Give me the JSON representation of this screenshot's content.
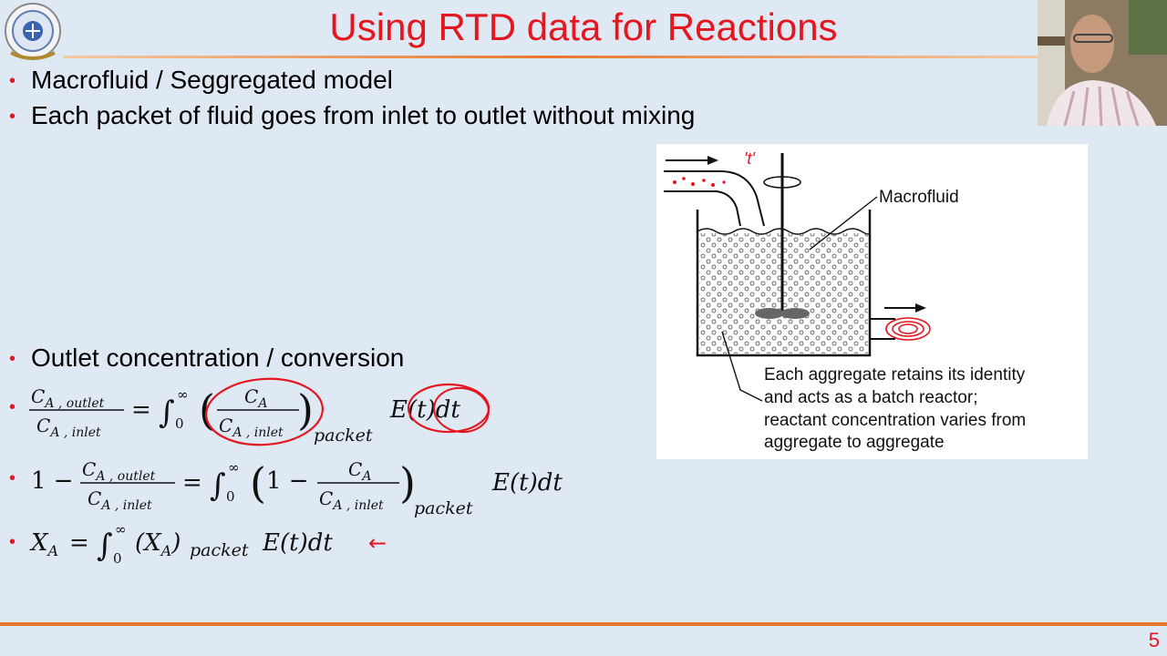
{
  "slide": {
    "title": "Using RTD data for Reactions",
    "number": "5",
    "colors": {
      "accent": "#e4161f",
      "rule": "#e8782e",
      "background": "#dfe9f3"
    }
  },
  "bullets": [
    "Macrofluid / Seggregated model",
    "Each packet of fluid goes from inlet to outlet without mixing",
    "Outlet concentration / conversion"
  ],
  "equations": {
    "eq1": {
      "lhs_num": "C",
      "lhs_num_sub": "A , outlet",
      "lhs_den": "C",
      "lhs_den_sub": "A , inlet",
      "eq": "=",
      "int": "∫",
      "int_lo": "0",
      "int_hi": "∞",
      "in_num": "C",
      "in_num_sub": "A",
      "in_den": "C",
      "in_den_sub": "A , inlet",
      "packet": "packet",
      "et": "E(t)dt"
    },
    "eq2": {
      "one": "1 −",
      "lhs_num": "C",
      "lhs_num_sub": "A , outlet",
      "lhs_den": "C",
      "lhs_den_sub": "A , inlet",
      "eq": "=",
      "int": "∫",
      "int_lo": "0",
      "int_hi": "∞",
      "in_one": "1 −",
      "in_num": "C",
      "in_num_sub": "A",
      "in_den": "C",
      "in_den_sub": "A , inlet",
      "packet": "packet",
      "et": "E(t)dt"
    },
    "eq3": {
      "x": "X",
      "x_sub": "A",
      "eq": "=",
      "int": "∫",
      "int_lo": "0",
      "int_hi": "∞",
      "paren": "(X",
      "paren_sub": "A",
      "paren_close": ")",
      "packet": "packet",
      "et": "E(t)dt",
      "arrow": "←"
    }
  },
  "figure": {
    "t_label": "'t'",
    "macrofluid_label": "Macrofluid",
    "caption": [
      "Each aggregate retains its identity",
      "and acts as a batch reactor;",
      "reactant concentration varies from",
      "aggregate to aggregate"
    ]
  }
}
